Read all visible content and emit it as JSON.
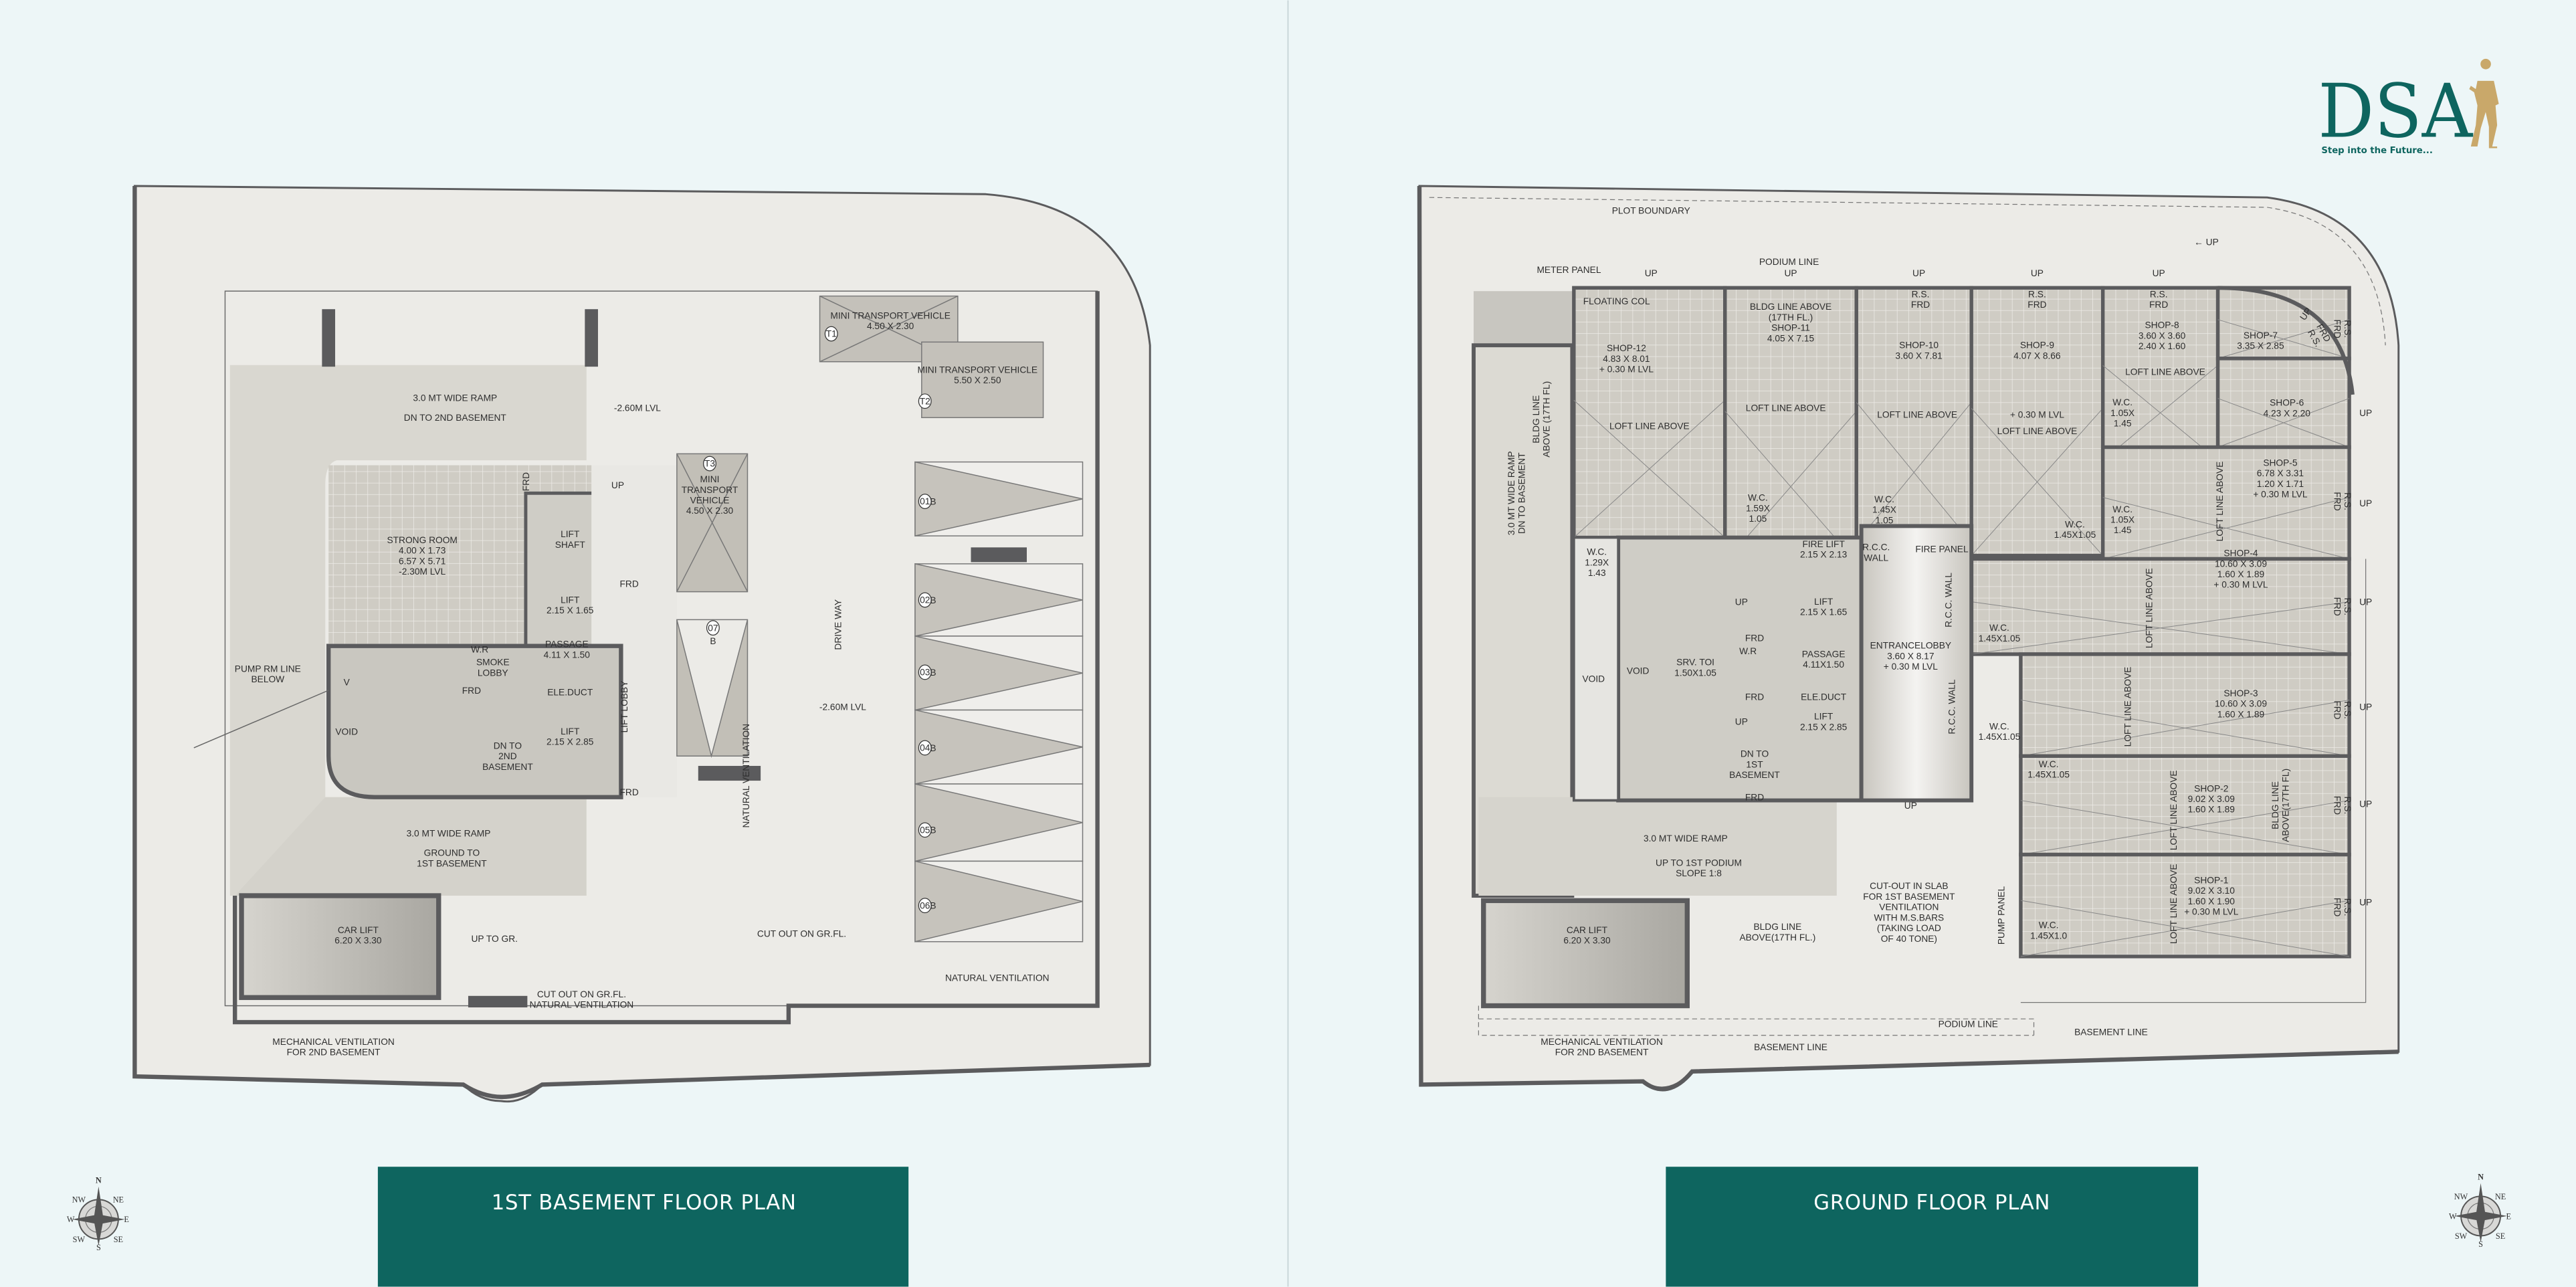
{
  "logo": {
    "brand": "DSA",
    "tagline": "Step into the Future...",
    "brand_color": "#0e655f",
    "figure_color": "#c9a86a"
  },
  "colors": {
    "background": "#edf6f7",
    "banner": "#0e655f",
    "wall": "#5b5b5d",
    "floor": "#ecebe7"
  },
  "compass": {
    "labels": [
      "N",
      "NE",
      "E",
      "SE",
      "S",
      "SW",
      "W",
      "NW"
    ],
    "icon": "compass-rose-icon"
  },
  "basement": {
    "title": "1ST BASEMENT FLOOR PLAN",
    "labels": [
      [
        "3.0 MT WIDE RAMP"
      ],
      [
        "DN TO 2ND BASEMENT"
      ],
      [
        "-2.60M LVL"
      ],
      [
        "MINI TRANSPORT VEHICLE",
        "4.50 X 2.30"
      ],
      [
        "MINI TRANSPORT VEHICLE",
        "5.50 X 2.50"
      ],
      [
        "MINI",
        "TRANSPORT",
        "VEHICLE",
        "4.50 X 2.30"
      ],
      [
        "STRONG ROOM",
        "4.00 X 1.73",
        "6.57 X 5.71",
        "-2.30M LVL"
      ],
      [
        "FRD"
      ],
      [
        "UP"
      ],
      [
        "LIFT",
        "SHAFT"
      ],
      [
        "LIFT",
        "2.15 X 1.65"
      ],
      [
        "FRD"
      ],
      [
        "B"
      ],
      [
        "DRIVE WAY"
      ],
      [
        "-2.60M LVL"
      ],
      [
        "W.R"
      ],
      [
        "SMOKE",
        "LOBBY"
      ],
      [
        "PASSAGE",
        "4.11 X 1.50"
      ],
      [
        "PUMP RM LINE",
        "BELOW"
      ],
      [
        "V"
      ],
      [
        "FRD"
      ],
      [
        "ELE.DUCT"
      ],
      [
        "VOID"
      ],
      [
        "DN TO",
        "2ND",
        "BASEMENT"
      ],
      [
        "LIFT",
        "2.15 X 2.85"
      ],
      [
        "LIFT LOBBY"
      ],
      [
        "FRD"
      ],
      [
        "3.0 MT WIDE RAMP"
      ],
      [
        "GROUND TO",
        "1ST BASEMENT"
      ],
      [
        "NATURAL VENTILATION"
      ],
      [
        "CUT OUT ON GR.FL."
      ],
      [
        "CAR LIFT",
        "6.20 X 3.30"
      ],
      [
        "UP TO GR."
      ],
      [
        "CUT OUT ON GR.FL.",
        "NATURAL VENTILATION"
      ],
      [
        "NATURAL VENTILATION"
      ],
      [
        "MECHANICAL VENTILATION",
        "FOR 2ND BASEMENT"
      ],
      [
        "B"
      ],
      [
        "B"
      ],
      [
        "B"
      ],
      [
        "B"
      ],
      [
        "B"
      ],
      [
        "B"
      ]
    ],
    "markers": [
      "T1",
      "T2",
      "T3",
      "07",
      "01",
      "02",
      "03",
      "04",
      "05",
      "06"
    ]
  },
  "ground": {
    "title": "GROUND FLOOR PLAN",
    "labels": [
      [
        "PLOT BOUNDARY"
      ],
      [
        "← UP"
      ],
      [
        "METER  PANEL"
      ],
      [
        "PODIUM  LINE"
      ],
      [
        "UP"
      ],
      [
        "UP"
      ],
      [
        "UP"
      ],
      [
        "UP"
      ],
      [
        "UP"
      ],
      [
        "FLOATING COL"
      ],
      [
        "BLDG LINE",
        "ABOVE (17TH FL)"
      ],
      [
        "3.0 MT WIDE RAMP",
        "DN TO BASEMENT"
      ],
      [
        "BLDG LINE ABOVE",
        "(17TH FL.)",
        "SHOP-11",
        "4.05 X 7.15"
      ],
      [
        "R.S.",
        "FRD"
      ],
      [
        "R.S.",
        "FRD"
      ],
      [
        "R.S.",
        "FRD"
      ],
      [
        "SHOP-12",
        "4.83 X 8.01",
        "+ 0.30 M LVL"
      ],
      [
        "SHOP-10",
        "3.60 X 7.81"
      ],
      [
        "SHOP-9",
        "4.07 X 8.66"
      ],
      [
        "SHOP-8",
        "3.60 X 3.60",
        "2.40 X 1.60"
      ],
      [
        "LOFT LINE ABOVE"
      ],
      [
        "SHOP-7",
        "3.35 X 2.85"
      ],
      [
        "UP"
      ],
      [
        "FRD",
        "R.S."
      ],
      [
        "LOFT LINE ABOVE"
      ],
      [
        "LOFT LINE ABOVE"
      ],
      [
        "LOFT LINE ABOVE"
      ],
      [
        "+ 0.30 M LVL"
      ],
      [
        "LOFT LINE ABOVE"
      ],
      [
        "SHOP-6",
        "4.23 X 2.20"
      ],
      [
        "W.C.",
        "1.05X",
        "1.45"
      ],
      [
        "SHOP-5",
        "6.78 X 3.31",
        "1.20 X 1.71",
        "+ 0.30 M LVL"
      ],
      [
        "LOFT LINE ABOVE"
      ],
      [
        "W.C.",
        "1.05X",
        "1.45"
      ],
      [
        "W.C.",
        "1.45X1.05"
      ],
      [
        "W.C.",
        "1.59X",
        "1.05"
      ],
      [
        "W.C.",
        "1.45X",
        "1.05"
      ],
      [
        "FIRE LIFT",
        "2.15 X 2.13"
      ],
      [
        "R.C.C.",
        "WALL"
      ],
      [
        "FIRE PANEL"
      ],
      [
        "W.C.",
        "1.29X",
        "1.43"
      ],
      [
        "LIFT",
        "2.15 X 1.65"
      ],
      [
        "UP"
      ],
      [
        "FRD"
      ],
      [
        "R.C.C. WALL"
      ],
      [
        "SHOP-4",
        "10.60 X 3.09",
        "1.60 X 1.89",
        "+ 0.30 M LVL"
      ],
      [
        "LOFT LINE ABOVE"
      ],
      [
        "W.C.",
        "1.45X1.05"
      ],
      [
        "W.R"
      ],
      [
        "VOID"
      ],
      [
        "VOID"
      ],
      [
        "SRV. TOI",
        "1.50X1.05"
      ],
      [
        "PASSAGE",
        "4.11X1.50"
      ],
      [
        "ENTRANCELOBBY",
        "3.60 X 8.17",
        "+ 0.30 M LVL"
      ],
      [
        "FRD"
      ],
      [
        "ELE.DUCT"
      ],
      [
        "SHOP-3",
        "10.60 X 3.09",
        "1.60 X 1.89"
      ],
      [
        "LOFT LINE ABOVE"
      ],
      [
        "W.C.",
        "1.45X1.05"
      ],
      [
        "UP"
      ],
      [
        "LIFT",
        "2.15 X 2.85"
      ],
      [
        "DN TO",
        "1ST",
        "BASEMENT"
      ],
      [
        "FRD"
      ],
      [
        "UP"
      ],
      [
        "W.C.",
        "1.45X1.05"
      ],
      [
        "R.C.C. WALL"
      ],
      [
        "SHOP-2",
        "9.02 X 3.09",
        "1.60 X 1.89"
      ],
      [
        "LOFT LINE ABOVE"
      ],
      [
        "BLDG LINE",
        "ABOVE(17TH FL)"
      ],
      [
        "3.0 MT WIDE RAMP"
      ],
      [
        "UP TO 1ST PODIUM",
        "SLOPE 1:8"
      ],
      [
        "CUT-OUT IN SLAB",
        "FOR 1ST BASEMENT",
        "VENTILATION",
        "WITH M.S.BARS",
        "(TAKING LOAD",
        "OF 40 TONE)"
      ],
      [
        "PUMP  PANEL"
      ],
      [
        "SHOP-1",
        "9.02 X 3.10",
        "1.60 X 1.90",
        "+ 0.30 M LVL"
      ],
      [
        "LOFT LINE ABOVE"
      ],
      [
        "W.C.",
        "1.45X1.0"
      ],
      [
        "CAR LIFT",
        "6.20 X 3.30"
      ],
      [
        "BLDG LINE",
        "ABOVE(17TH FL.)"
      ],
      [
        "PODIUM  LINE"
      ],
      [
        "BASEMENT LINE"
      ],
      [
        "BASEMENT  LINE"
      ],
      [
        "MECHANICAL VENTILATION",
        "FOR 2ND BASEMENT"
      ],
      [
        "R.S.",
        "FRD"
      ],
      [
        "R.S.",
        "FRD"
      ],
      [
        "R.S.",
        "FRD"
      ],
      [
        "R.S.",
        "FRD"
      ],
      [
        "R.S.",
        "FRD"
      ],
      [
        "R.S.",
        "FRD"
      ],
      [
        "UP"
      ],
      [
        "UP"
      ],
      [
        "UP"
      ],
      [
        "UP"
      ],
      [
        "UP"
      ],
      [
        "UP"
      ]
    ]
  }
}
